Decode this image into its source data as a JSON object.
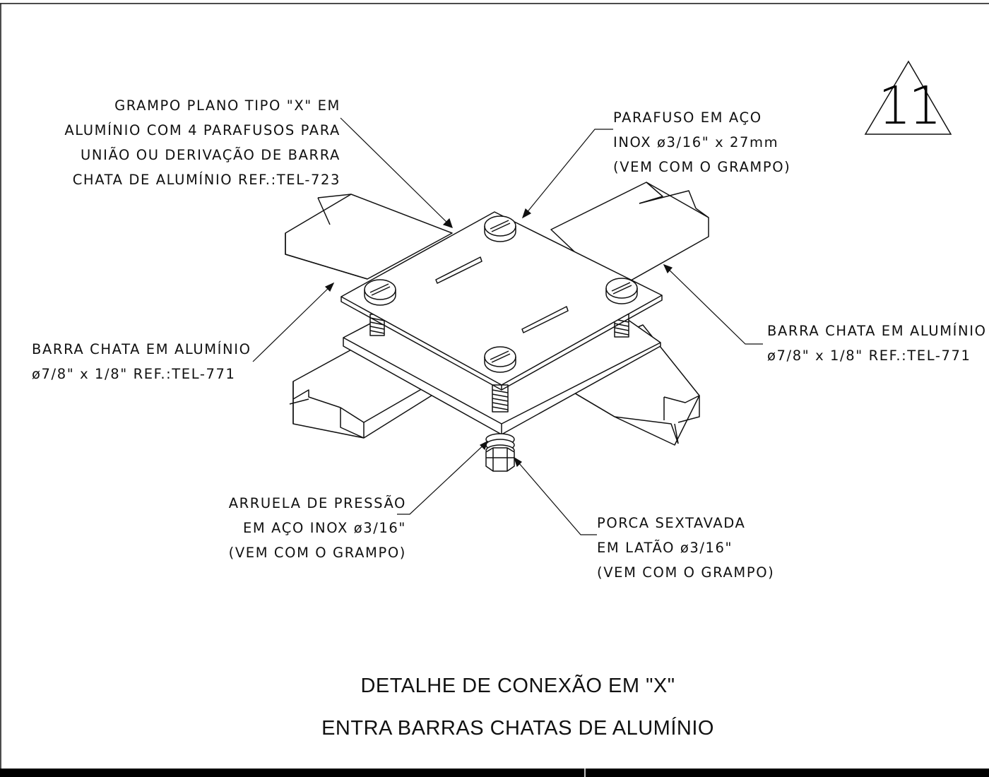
{
  "sheet": {
    "number": "11"
  },
  "labels": {
    "clamp": [
      "GRAMPO PLANO TIPO \"X\" EM",
      "ALUMÍNIO COM 4 PARAFUSOS PARA",
      "UNIÃO OU DERIVAÇÃO DE BARRA",
      "CHATA DE ALUMÍNIO REF.:TEL-723"
    ],
    "screw": [
      "PARAFUSO EM AÇO",
      "INOX ø3/16\" x 27mm",
      "(VEM COM O GRAMPO)"
    ],
    "bar_left": [
      "BARRA CHATA EM ALUMÍNIO",
      "ø7/8\" x 1/8\" REF.:TEL-771"
    ],
    "bar_right": [
      "BARRA CHATA EM ALUMÍNIO",
      "ø7/8\" x 1/8\" REF.:TEL-771"
    ],
    "washer": [
      "ARRUELA DE PRESSÃO",
      "EM AÇO INOX ø3/16\"",
      "(VEM COM O GRAMPO)"
    ],
    "nut": [
      "PORCA SEXTAVADA",
      "EM LATÃO ø3/16\"",
      "(VEM COM O GRAMPO)"
    ]
  },
  "title": {
    "line1": "DETALHE DE CONEXÃO EM \"X\"",
    "line2": "ENTRA BARRAS CHATAS DE ALUMÍNIO"
  }
}
